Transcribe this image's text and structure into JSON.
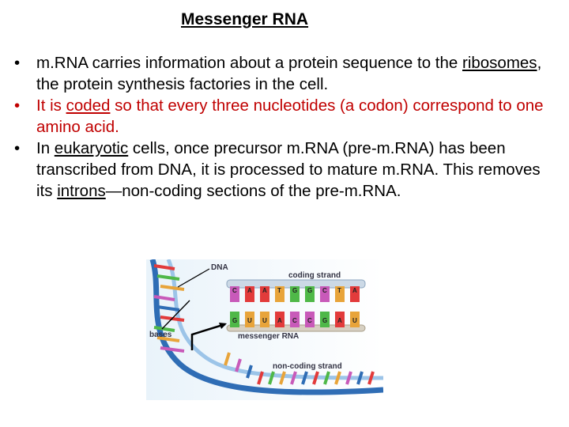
{
  "title": "Messenger RNA",
  "bullets": [
    {
      "dot": "•",
      "parts": [
        {
          "text": "m.RNA carries information about a protein sequence to the "
        },
        {
          "text": "ribosomes",
          "underline": true
        },
        {
          "text": ", the protein synthesis factories in the cell."
        }
      ]
    },
    {
      "dot": "•",
      "color": "#c00000",
      "parts": [
        {
          "text": " It is "
        },
        {
          "text": "coded",
          "underline": true
        },
        {
          "text": " so that every three nucleotides (a codon) correspond to one amino acid."
        }
      ]
    },
    {
      "dot": "•",
      "parts": [
        {
          "text": "In "
        },
        {
          "text": "eukaryotic",
          "underline": true
        },
        {
          "text": " cells, once precursor m.RNA (pre-m.RNA) has been transcribed from DNA, it is processed to mature m.RNA. This removes its "
        },
        {
          "text": "introns",
          "underline": true
        },
        {
          "text": "—non-coding sections of the pre-m.RNA."
        }
      ]
    }
  ],
  "figure": {
    "labels": {
      "dna": "DNA",
      "coding_strand": "coding strand",
      "bases": "bases",
      "messenger_rna": "messenger RNA",
      "non_coding_strand": "non-coding strand"
    },
    "coding_bases": [
      "C",
      "A",
      "A",
      "T",
      "G",
      "G",
      "C",
      "T",
      "A"
    ],
    "mrna_bases": [
      "G",
      "U",
      "U",
      "A",
      "C",
      "C",
      "G",
      "A",
      "U"
    ],
    "base_colors": {
      "A": "#e23b3b",
      "T": "#e8a43a",
      "U": "#e8a43a",
      "G": "#4fb848",
      "C": "#c85ab9"
    }
  }
}
